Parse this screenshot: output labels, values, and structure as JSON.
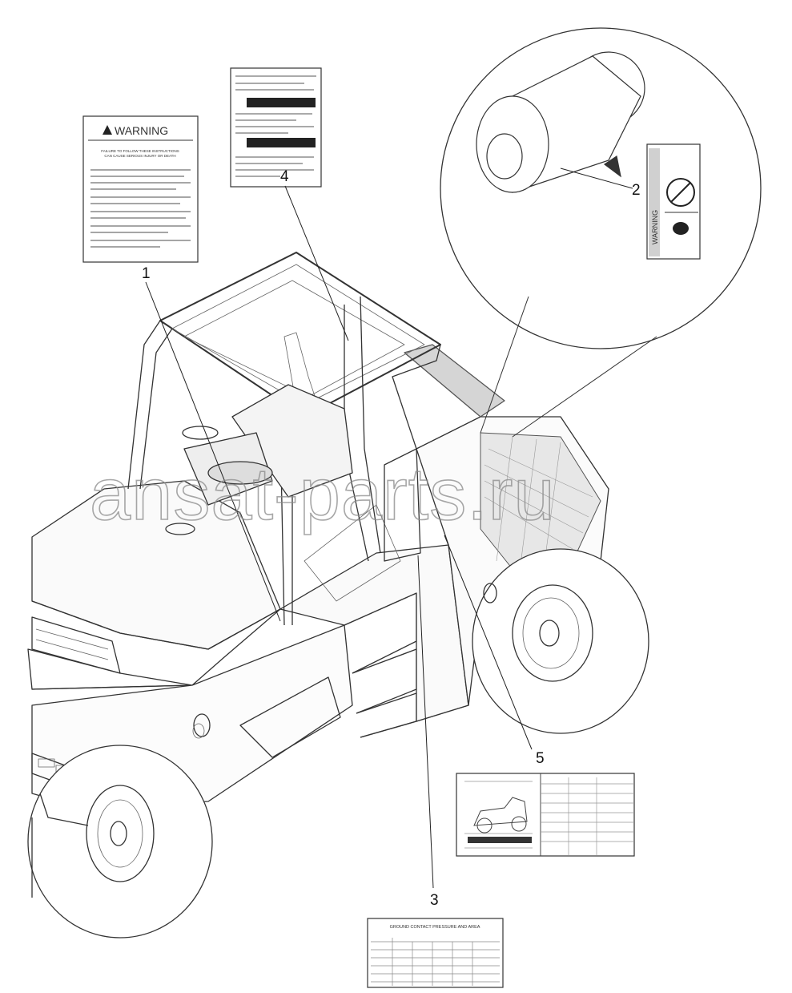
{
  "labels": {
    "n1": "1",
    "n2": "2",
    "n3": "3",
    "n4": "4",
    "n5": "5"
  },
  "decal_warning": {
    "title": "WARNING",
    "line1": "FAILURE TO FOLLOW THESE INSTRUCTIONS",
    "line2": "CAN CAUSE SERIOUS INJURY OR DEATH"
  },
  "decal_filter": {
    "title": "WARNING"
  },
  "decal_pressure": {
    "title": "GROUND CONTACT PRESSURE AND AREA"
  },
  "watermark": "ansat-parts.ru",
  "colors": {
    "line": "#333333",
    "decal_dark": "#222222",
    "watermark": "#8a8a8a"
  }
}
